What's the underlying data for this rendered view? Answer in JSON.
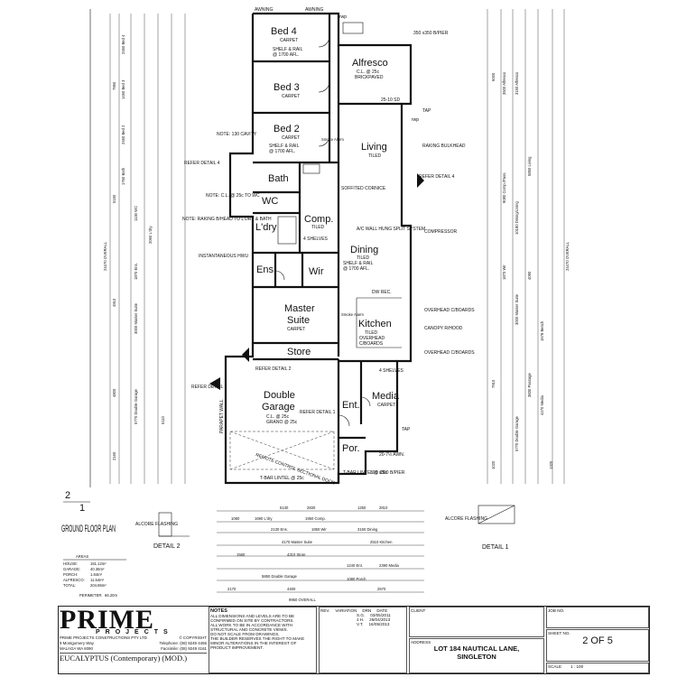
{
  "rooms": {
    "bed4": {
      "name": "Bed 4",
      "note": "CARPET",
      "shelf": "SHELF & RAIL",
      "afl": "@ 1700 AFL."
    },
    "bed3": {
      "name": "Bed 3",
      "note": "CARPET"
    },
    "bed2": {
      "name": "Bed 2",
      "note": "CARPET",
      "shelf": "SHELF & RAIL",
      "afl": "@ 1700 AFL."
    },
    "bath": {
      "name": "Bath"
    },
    "wc": {
      "name": "WC"
    },
    "ldry": {
      "name": "L'dry"
    },
    "comp": {
      "name": "Comp.",
      "note": "TILED",
      "shelves": "4 SHELVES"
    },
    "ens": {
      "name": "Ens."
    },
    "wir": {
      "name": "Wir",
      "shelf": "SHELF & RAIL",
      "afl": "@ 1700 AFL."
    },
    "master": {
      "name": "Master",
      "name2": "Suite",
      "note": "CARPET"
    },
    "store": {
      "name": "Store"
    },
    "garage": {
      "name": "Double",
      "name2": "Garage",
      "cl": "C.L. @ 25c",
      "grano": "GRANO @ 25c"
    },
    "ent": {
      "name": "Ent."
    },
    "por": {
      "name": "Por."
    },
    "media": {
      "name": "Media",
      "note": "CARPET"
    },
    "kitchen": {
      "name": "Kitchen",
      "note": "TILED",
      "note2": "OVERHEAD",
      "note3": "C/BOARDS"
    },
    "dining": {
      "name": "Dining",
      "note": "TILED"
    },
    "living": {
      "name": "Living",
      "note": "TILED"
    },
    "alfresco": {
      "name": "Alfresco",
      "cl": "C.L. @ 25c",
      "brick": "BRICKPAVED"
    }
  },
  "notes": {
    "raking_bulkhead": "RAKING BULKHEAD",
    "refer_detail4": "REFER DETAIL 4",
    "refer_detail2": "REFER DETAIL 2",
    "refer_detail3": "REFER DETAIL 3",
    "refer_detail1": "REFER DETAIL 1",
    "soffited_cornice": "SOFFITED CORNICE",
    "ac_wall": "A/C WALL HUNG SPLIT SYSTEM",
    "compressor": "COMPRESSOR",
    "overhead_cboards": "OVERHEAD C/BOARDS",
    "canopy": "CANOPY R/HOOD",
    "shelves4": "4 SHELVES",
    "instantaneous": "INSTANTANEOUS HWU",
    "parapet": "PARAPET WALL",
    "remote_door": "REMOTE CONTROL SECTIONAL DOOR",
    "tbar": "T-BAR LINTEL @ 25c",
    "tap": "TAP",
    "note130": "NOTE: 130 CAVITY",
    "note_cl": "NOTE: C.L. @ 25c TO WC",
    "note_raking": "NOTE: RAKING B/HEAD TO L'DRY & BATH",
    "pier_top": "350 x350 B/PIER",
    "pier_bot": "300 x300 B/PIER",
    "awning": "AWNING",
    "sd": "25-10 SD",
    "pier_awn": "20-7½ AWN.",
    "dw_rec": "DW REC.",
    "smoke_alarm": "Smoke Alarm",
    "rwp": "rwp"
  },
  "left_dims": [
    "2460 Bed 4",
    "1450 Bed 3",
    "2460 Bed 2",
    "1760 Bath",
    "1130 WC",
    "2060 L'dry",
    "1870 Ens.",
    "3000 Master Suite",
    "5770 Double Garage",
    "24470 OVERALL",
    "7950",
    "5150",
    "4910",
    "4800",
    "6110",
    "2160"
  ],
  "right_dims": [
    "6000",
    "3500 Alfresco",
    "3150 Alfresco",
    "9080 Comp./Pass.",
    "10180 Dining/Living",
    "5850 Living",
    "1870 Wir",
    "3000 Master Suite",
    "4090",
    "24470 OVERALL",
    "1678 Bench",
    "3830 Passage",
    "4470 Media",
    "5770 Double Garage",
    "7910",
    "1020",
    "1320"
  ],
  "bottom_dims": [
    "5130",
    "2830",
    "1250",
    "2810",
    "1080",
    "1690 L'dry",
    "1950 Comp.",
    "2130 Ens.",
    "1850 Wir",
    "3150 Dining",
    "4170 Master Suite",
    "2510 Kitchen",
    "1560",
    "4310 Store",
    "2390 Media",
    "5850 Double Garage",
    "1240 Ent.",
    "1080 Porch",
    "2170",
    "4400",
    "2570",
    "9950 OVERALL"
  ],
  "labels": {
    "ground_floor_plan": "GROUND FLOOR PLAN",
    "detail2": "DETAIL 2",
    "detail1": "DETAIL 1",
    "alcore_flashing": "ALCORE FLASHING",
    "marker_top": "2",
    "marker_bot": "1"
  },
  "areas": {
    "heading": "AREAS",
    "rows": [
      {
        "k": "HOUSE:",
        "v": "151.12m²"
      },
      {
        "k": "GARAGE:",
        "v": "40.36m²"
      },
      {
        "k": "PORCH:",
        "v": "1.84m²"
      },
      {
        "k": "ALFRESCO:",
        "v": "11.54m²"
      },
      {
        "k": "TOTAL:",
        "v": "204.86m²"
      }
    ],
    "perimeter_k": "PERIMETER:",
    "perimeter_v": "66.20m"
  },
  "title_block": {
    "logo": "PRIME",
    "logo_sub": "PROJECTS",
    "company": "PRIME PROJECTS CONSTRUCTIONS PTY LTD",
    "copyright": "© COPYRIGHT",
    "street": "9 Montgomery Way",
    "suburb": "MALAGA WA 6090",
    "telephone": "Telephone: (08) 9249 4455",
    "facsimile": "Facsimile: (08) 9249 4161",
    "design": "EUCALYPTUS (Contemporary) (MOD.)",
    "notes_heading": "NOTES",
    "notes_lines": [
      "ALL DIMENSIONS AND LEVELS ARE TO BE CONFIRMED ON SITE BY CONTRACTORS.",
      "ALL WORK TO BE IN ACCORDANCE WITH STRUCTURAL AND CONCRETE VIEWS.",
      "DO NOT SCALE FROM DRAWINGS.",
      "THE BUILDER RESERVES THE RIGHT TO MAKE MINOR ALTERATIONS IN THE INTEREST OF PRODUCT IMPROVEMENT."
    ],
    "rev": "REV.",
    "variation": "VARIATION",
    "drn": "DRN",
    "date": "DATE",
    "revs": [
      {
        "drn": "S.G.",
        "date": "03/05/2011"
      },
      {
        "drn": "J.H.",
        "date": "26/04/2013"
      },
      {
        "drn": "V.T.",
        "date": "16/05/2013"
      }
    ],
    "client": "CLIENT",
    "address": "ADDRESS",
    "lot": "LOT 184 NAUTICAL LANE,",
    "suburb_site": "SINGLETON",
    "job_no": "JOB NO.",
    "sheet_no": "SHEET NO.",
    "sheet": "2 OF 5",
    "scale_label": "SCALE",
    "scale": "1 : 100"
  }
}
